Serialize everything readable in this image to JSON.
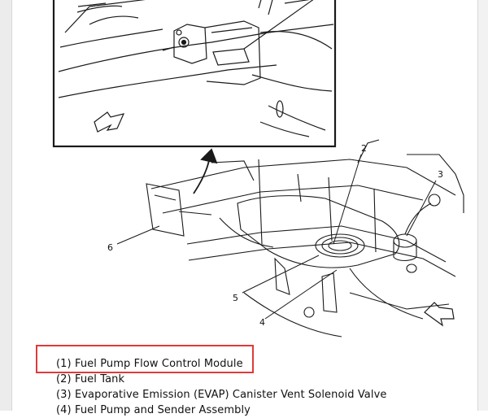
{
  "diagram": {
    "callouts": [
      "2",
      "3",
      "6",
      "5",
      "4"
    ]
  },
  "legend": {
    "items": [
      "(1) Fuel Pump Flow Control Module",
      "(2) Fuel Tank",
      "(3) Evaporative Emission (EVAP) Canister Vent Solenoid Valve",
      "(4) Fuel Pump and Sender Assembly"
    ],
    "highlighted_index": 0
  },
  "colors": {
    "highlight": "#e03a3a",
    "line": "#1a1a1a"
  }
}
